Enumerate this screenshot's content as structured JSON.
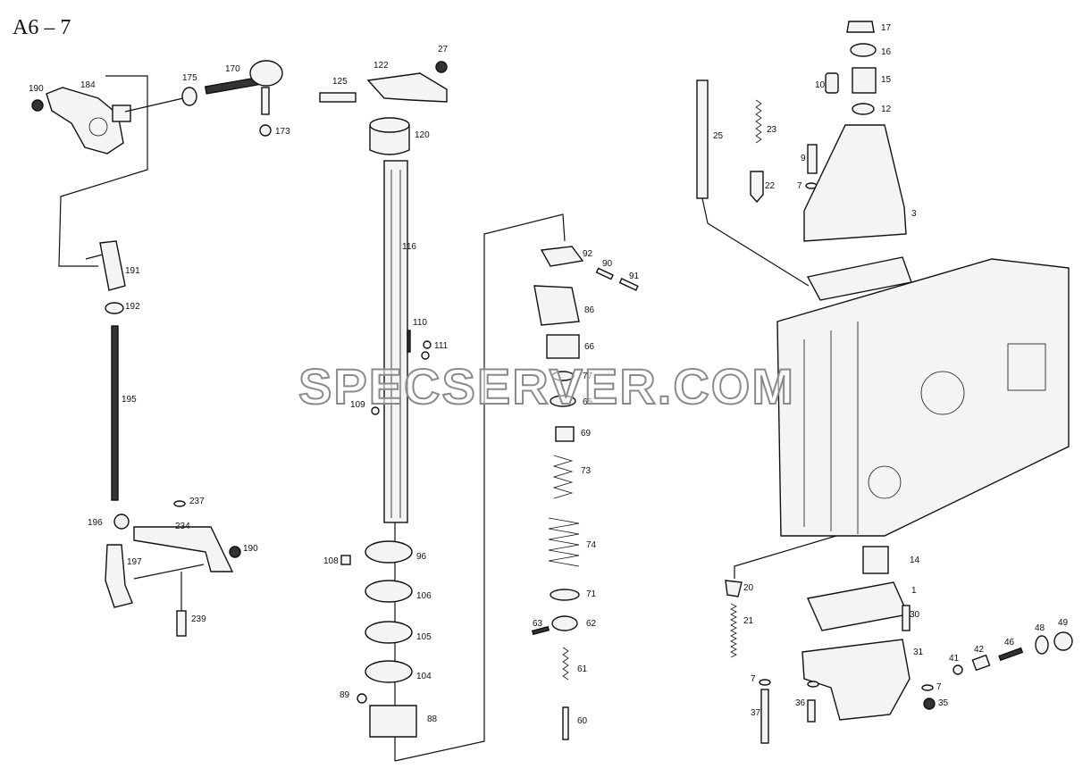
{
  "diagram": {
    "page_code": "A6 – 7",
    "watermark": "SPECSERVER.COM",
    "part_numbers": [
      "190",
      "184",
      "175",
      "170",
      "173",
      "191",
      "192",
      "195",
      "196",
      "237",
      "234",
      "197",
      "190",
      "239",
      "27",
      "122",
      "125",
      "120",
      "116",
      "110",
      "111",
      "109",
      "108",
      "96",
      "106",
      "105",
      "104",
      "89",
      "88",
      "92",
      "90",
      "91",
      "86",
      "66",
      "77",
      "65",
      "69",
      "73",
      "74",
      "71",
      "63",
      "62",
      "61",
      "60",
      "17",
      "16",
      "10",
      "15",
      "12",
      "25",
      "23",
      "9",
      "22",
      "7",
      "3",
      "14",
      "20",
      "21",
      "1",
      "30",
      "31",
      "7",
      "36",
      "37",
      "41",
      "42",
      "46",
      "48",
      "49",
      "7",
      "35"
    ]
  }
}
